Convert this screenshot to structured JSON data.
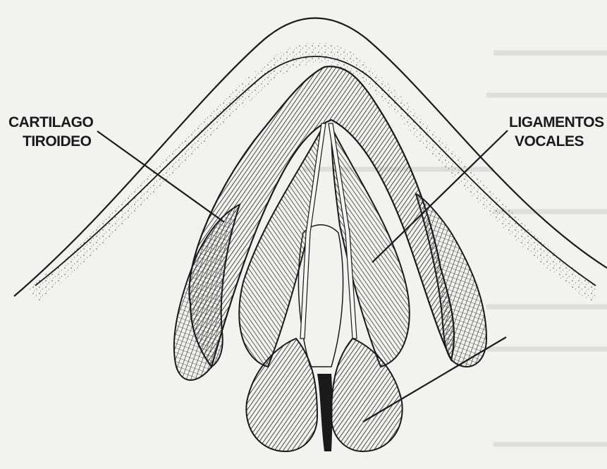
{
  "labels": {
    "thyroid_line1": "CARTILAGO",
    "thyroid_line2": "TIROIDEO",
    "vocal_line1": "LIGAMENTOS",
    "vocal_line2": "VOCALES"
  },
  "colors": {
    "ink": "#1a1a1a",
    "paper": "#f2f2f0"
  }
}
